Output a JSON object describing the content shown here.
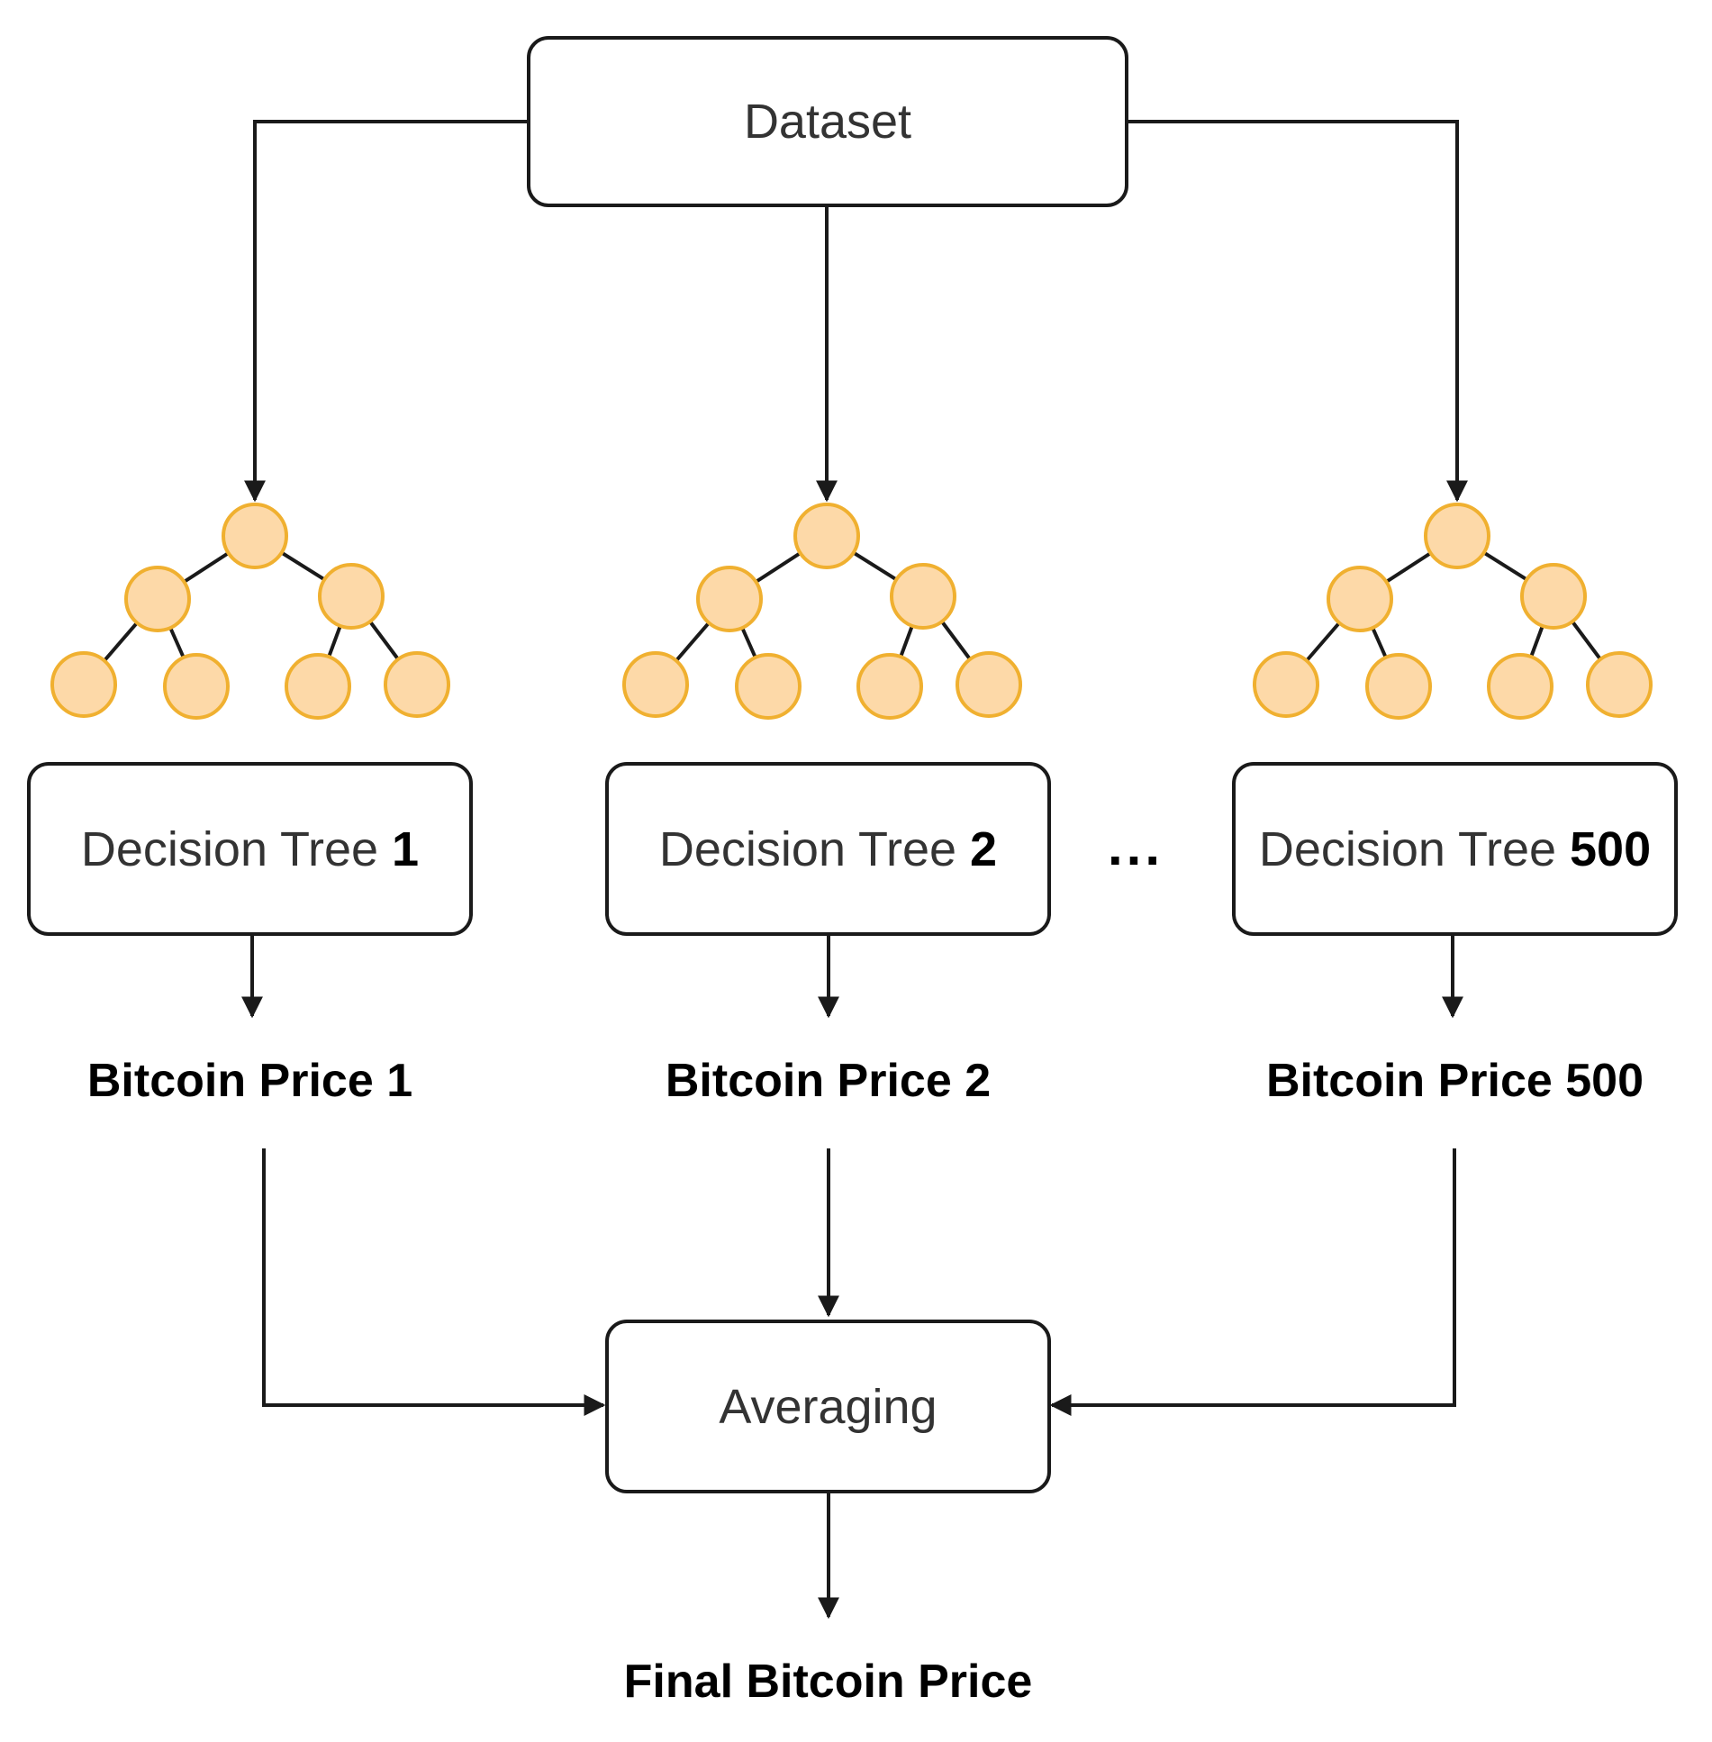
{
  "dataset_label": "Dataset",
  "trees": [
    {
      "prefix": "Decision Tree ",
      "number": "1",
      "output": "Bitcoin Price 1"
    },
    {
      "prefix": "Decision Tree ",
      "number": "2",
      "output": "Bitcoin Price 2"
    },
    {
      "prefix": "Decision Tree ",
      "number": "500",
      "output": "Bitcoin Price 500"
    }
  ],
  "ellipsis": "...",
  "averaging_label": "Averaging",
  "final_label": "Final Bitcoin Price",
  "colors": {
    "line": "#1a1a1a",
    "node_fill": "#fdd9a8",
    "node_stroke": "#f0b030"
  }
}
